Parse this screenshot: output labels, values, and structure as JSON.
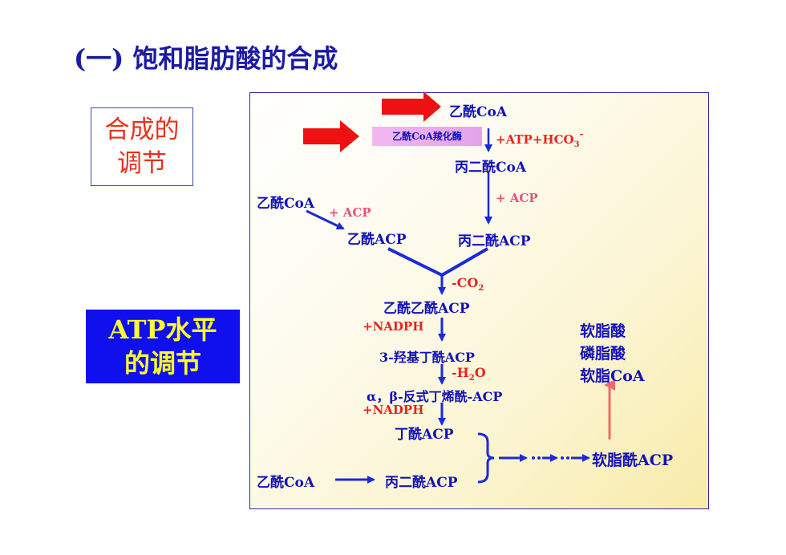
{
  "title": "(一) 饱和脂肪酸的合成",
  "regulation_box": {
    "line1": "合成的",
    "line2": "调节"
  },
  "atp_box": {
    "line1": "ATP水平",
    "line2": "的调节"
  },
  "diagram": {
    "acetyl_coa_top": "乙酰CoA",
    "enzyme": "乙酰CoA羧化酶",
    "atp_hco3": "+ATP+HCO",
    "hco3_sub": "3",
    "hco3_sup": "-",
    "malonyl_coa": "丙二酰CoA",
    "acetyl_coa_left": "乙酰CoA",
    "plus_acp_left": "+ ACP",
    "plus_acp_right": "+ ACP",
    "acetyl_acp": "乙酰ACP",
    "malonyl_acp": "丙二酰ACP",
    "minus_co2": "-CO",
    "co2_sub": "2",
    "acetoacetyl_acp": "乙酰乙酰ACP",
    "nadph_1": "+NADPH",
    "hydroxybutyryl_acp": "3-羟基丁酰ACP",
    "minus_h2o": "-H",
    "h2o_sub": "2",
    "h2o_o": "O",
    "butenoyl_acp": "α，β-反式丁烯酰-ACP",
    "nadph_2": "+NADPH",
    "butyryl_acp": "丁酰ACP",
    "acetyl_coa_bottom": "乙酰CoA",
    "malonyl_acp_bottom": "丙二酰ACP",
    "palmitoyl_acp": "软脂酰ACP",
    "palmitic_acid": "软脂酸",
    "palmitoyl_phosphate": "磷脂酸",
    "palmitoyl_coa": "软脂CoA"
  },
  "colors": {
    "title": "#1a1aa6",
    "regulation_text": "#e8321e",
    "atp_box_bg": "#1010ee",
    "atp_box_text": "#ffff2a",
    "arrow_blue": "#1a2ad8",
    "arrow_red": "#ee1111",
    "arrow_pink": "#f06a6a"
  }
}
